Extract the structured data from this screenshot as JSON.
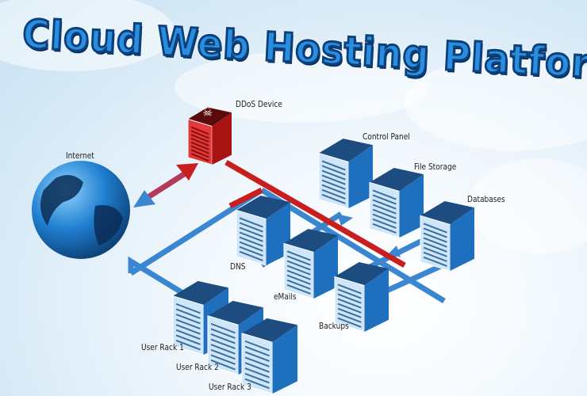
{
  "title": "Cloud Web Hosting Platform",
  "labels": {
    "internet": "Internet",
    "ddos": "DDoS Device",
    "control_panel": "Control Panel",
    "file_storage": "File Storage",
    "databases": "Databases",
    "dns": "DNS",
    "emails": "eMails",
    "backups": "Backups",
    "user_rack_1": "User Rack 1",
    "user_rack_2": "User Rack 2",
    "user_rack_3": "User Rack 3"
  },
  "colors": {
    "blue_server": "#2f7fc8",
    "red_server": "#d42a2a",
    "line_blue": "#3b86d0",
    "line_red": "#c81e1e"
  }
}
